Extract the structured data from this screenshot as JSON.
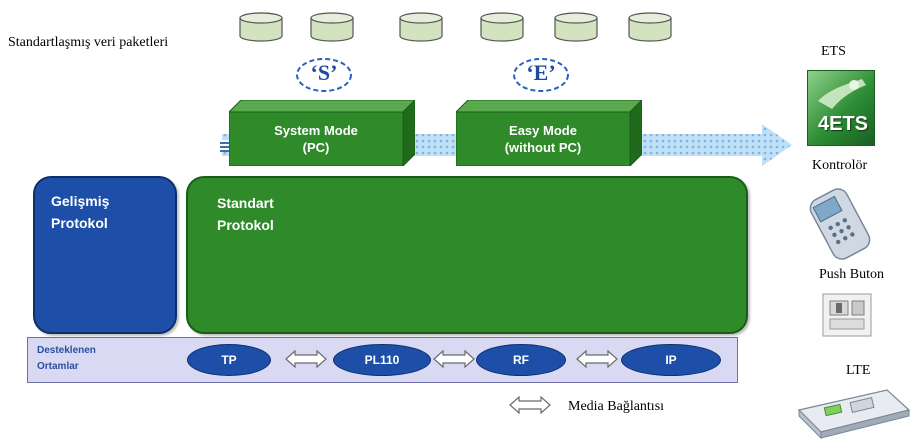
{
  "packets_label": "Standartlaşmış veri paketleri",
  "mode_s_badge": "‘S’",
  "mode_e_badge": "‘E’",
  "system_mode": {
    "line1": "System Mode",
    "line2": "(PC)"
  },
  "easy_mode": {
    "line1": "Easy Mode",
    "line2": "(without PC)"
  },
  "advanced_protocol": {
    "line1": "Gelişmiş",
    "line2": "Protokol"
  },
  "standard_protocol": {
    "line1": "Standart",
    "line2": "Protokol"
  },
  "supported_media": {
    "line1": "Desteklenen",
    "line2": "Ortamlar"
  },
  "media": [
    "TP",
    "PL110",
    "RF",
    "IP"
  ],
  "legend_label": "Media Bağlantısı",
  "devices": {
    "ets": "ETS",
    "controller": "Kontrolör",
    "push_button": "Push Buton",
    "lte": "LTE"
  },
  "ets_logo_text": "4ETS",
  "colors": {
    "green": "#2f8a2a",
    "green_border": "#1b5d18",
    "blue": "#1e4fa8",
    "media_bar": "#d9d9f3",
    "packet_fill": "#d3e3bf"
  }
}
